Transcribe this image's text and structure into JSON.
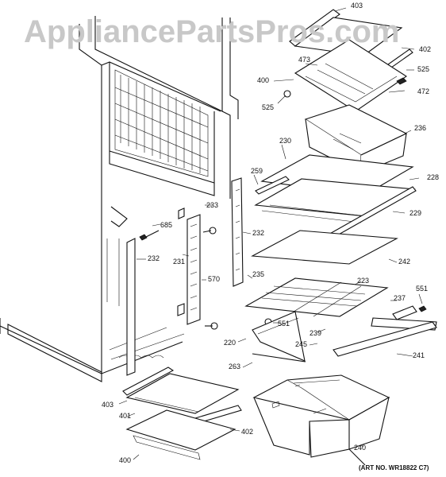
{
  "watermark": "AppliancePartsPros.com",
  "art_number": "(ART NO. WR18822 C7)",
  "callouts": [
    "403",
    "402",
    "473",
    "525",
    "400",
    "472",
    "525",
    "236",
    "230",
    "259",
    "228",
    "233",
    "685",
    "232",
    "229",
    "231",
    "232",
    "570",
    "242",
    "235",
    "223",
    "551",
    "551",
    "237",
    "239",
    "220",
    "245",
    "241",
    "263",
    "403",
    "401",
    "402",
    "400",
    "240"
  ]
}
